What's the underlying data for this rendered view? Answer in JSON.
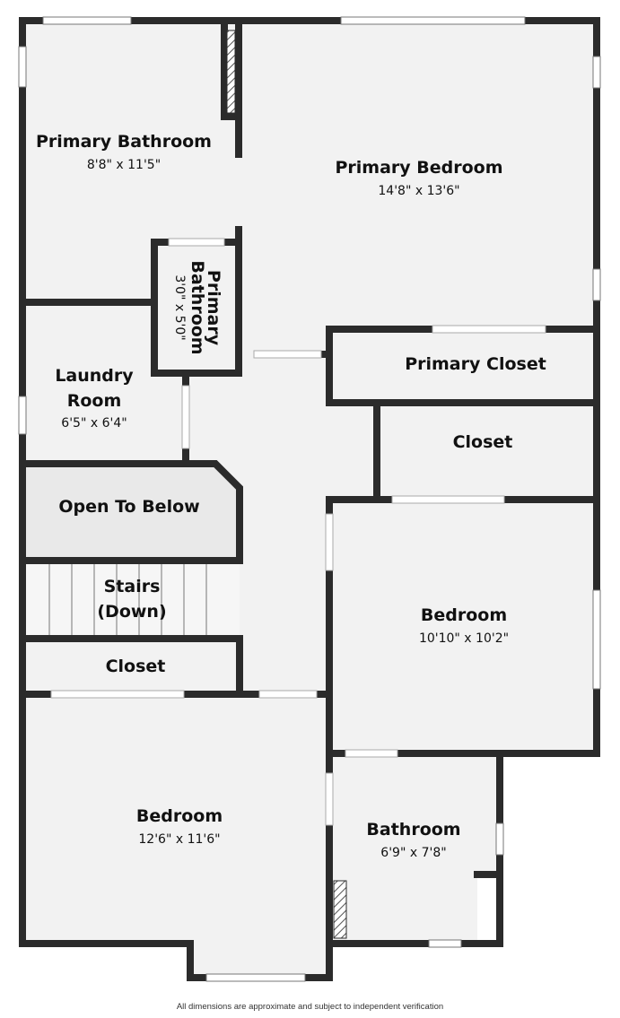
{
  "floorplan": {
    "rooms": {
      "primary_bathroom": {
        "name": "Primary Bathroom",
        "dims": "8'8\" x 11'5\""
      },
      "primary_bedroom": {
        "name": "Primary Bedroom",
        "dims": "14'8\" x 13'6\""
      },
      "primary_bathroom_small": {
        "name_line1": "Primary",
        "name_line2": "Bathroom",
        "dims": "3'0\" x 5'0\""
      },
      "laundry": {
        "name_line1": "Laundry",
        "name_line2": "Room",
        "dims": "6'5\" x 6'4\""
      },
      "primary_closet": {
        "name": "Primary Closet"
      },
      "closet_right": {
        "name": "Closet"
      },
      "open_to_below": {
        "name": "Open To Below"
      },
      "stairs": {
        "name_line1": "Stairs",
        "name_line2": "(Down)"
      },
      "bedroom_right": {
        "name": "Bedroom",
        "dims": "10'10\" x 10'2\""
      },
      "closet_left": {
        "name": "Closet"
      },
      "bedroom_bottom": {
        "name": "Bedroom",
        "dims": "12'6\" x 11'6\""
      },
      "bathroom": {
        "name": "Bathroom",
        "dims": "6'9\" x 7'8\""
      }
    },
    "colors": {
      "wall": "#2b2b2b",
      "floor": "#f2f2f2",
      "open_area": "#e9e9e9",
      "window": "#ffffff"
    }
  },
  "footer": {
    "disclaimer": "All dimensions are approximate and subject to independent verification"
  }
}
